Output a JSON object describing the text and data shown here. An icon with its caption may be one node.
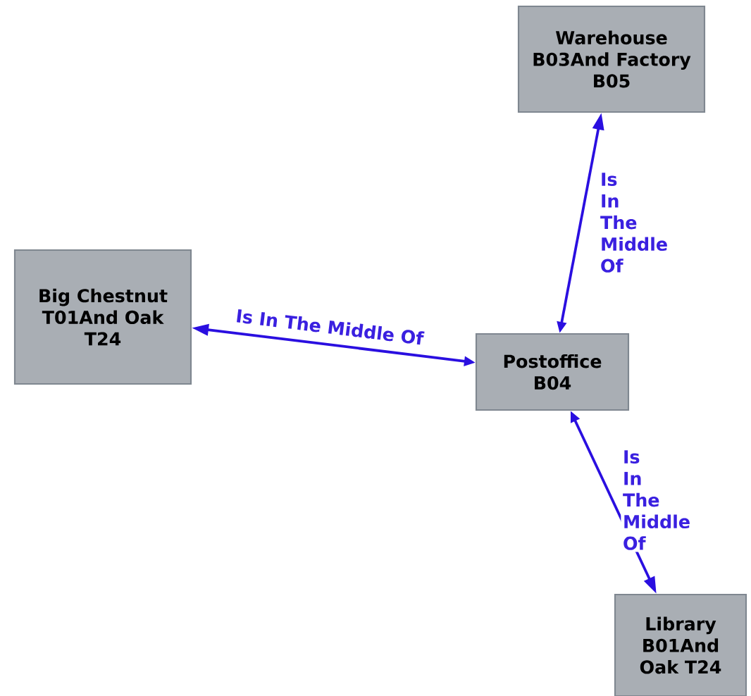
{
  "diagram": {
    "nodes": [
      {
        "text": [
          "Warehouse B03And Factory B05"
        ]
      },
      {
        "text": [
          "Big Chestnut T01And Oak T24"
        ]
      },
      {
        "text": [
          "Postoffice B04"
        ]
      },
      {
        "text": [
          "Library B01And Oak T24"
        ]
      }
    ],
    "edges": [
      {
        "from": 2,
        "to": 0,
        "arrow": "both",
        "label": "Is In The Middle Of"
      },
      {
        "from": 2,
        "to": 1,
        "arrow": "both",
        "label": "Is In The Middle Of"
      },
      {
        "from": 2,
        "to": 3,
        "arrow": "both",
        "label": "Is In The Middle Of"
      }
    ]
  }
}
